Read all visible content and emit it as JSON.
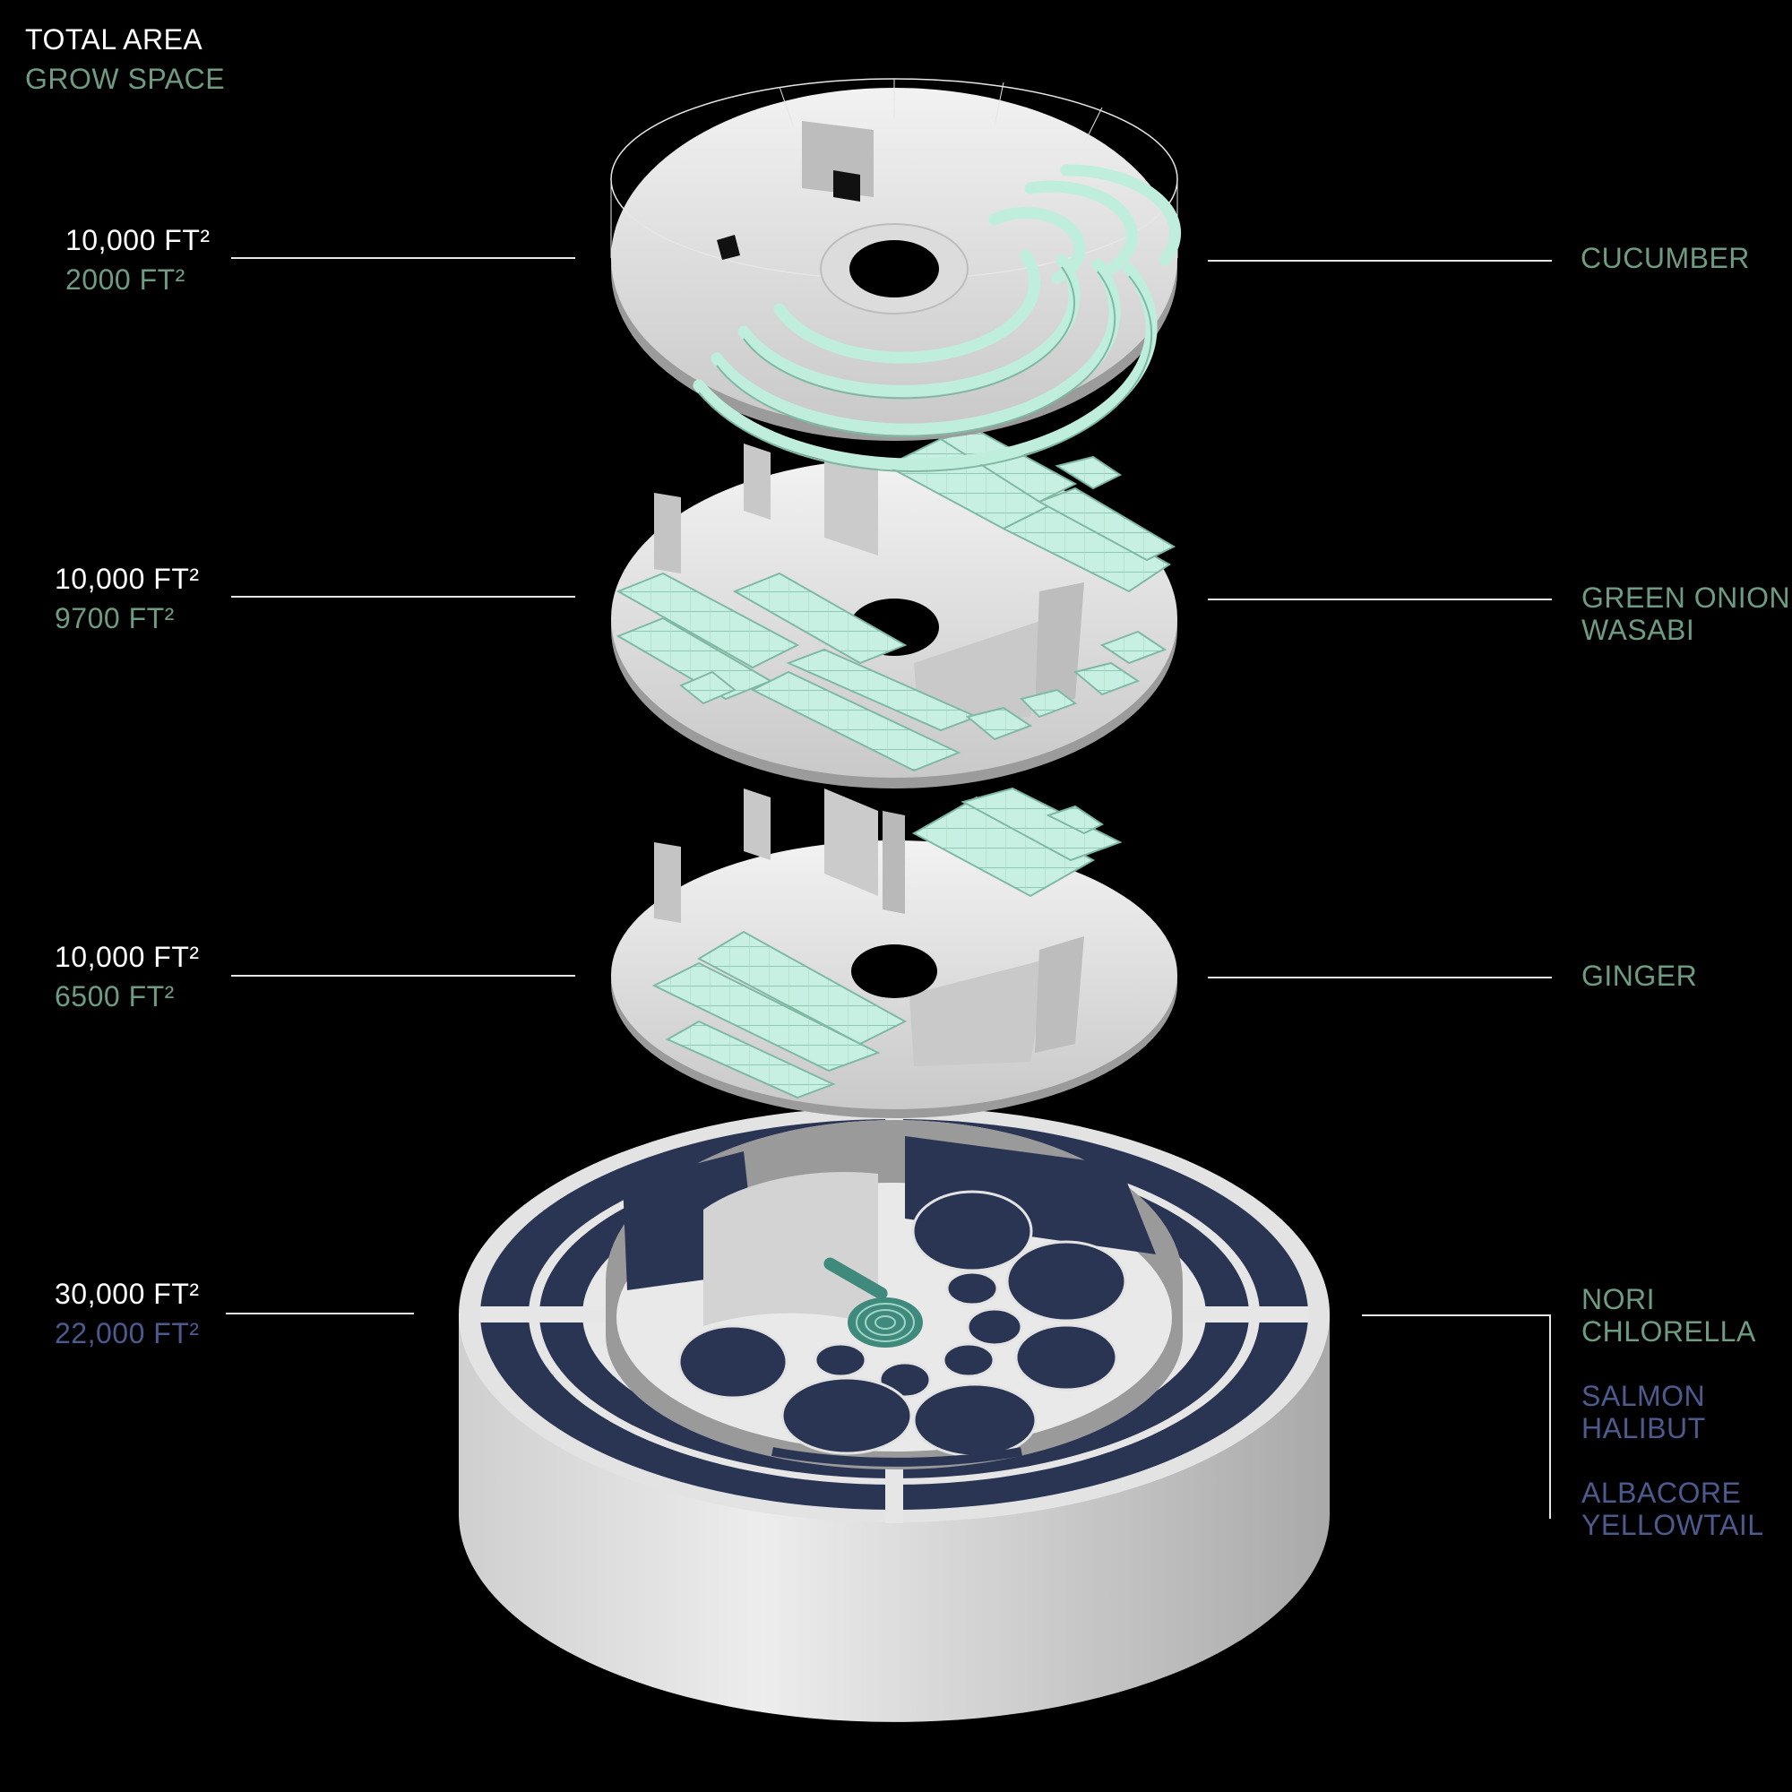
{
  "legend": {
    "total_area_label": "TOTAL AREA",
    "grow_space_label": "GROW SPACE"
  },
  "colors": {
    "background": "#000000",
    "total_area": "#ffffff",
    "grow_space": "#6e9c82",
    "aquaculture": "#4d5a8e",
    "planter": "#bfeedd",
    "tank": "#2d3a5c",
    "floor": "#d9d9d9"
  },
  "levels": [
    {
      "total": "10,000 FT²",
      "grow": "2000 FT²",
      "crops": [
        "CUCUMBER"
      ]
    },
    {
      "total": "10,000 FT²",
      "grow": "9700 FT²",
      "crops": [
        "GREEN ONION",
        "WASABI"
      ]
    },
    {
      "total": "10,000 FT²",
      "grow": "6500 FT²",
      "crops": [
        "GINGER"
      ]
    },
    {
      "total": "30,000 FT²",
      "grow": "22,000 FT²",
      "crops": [
        "NORI",
        "CHLORELLA"
      ],
      "fish": [
        "SALMON",
        "HALIBUT",
        "ALBACORE",
        "YELLOWTAIL"
      ]
    }
  ]
}
